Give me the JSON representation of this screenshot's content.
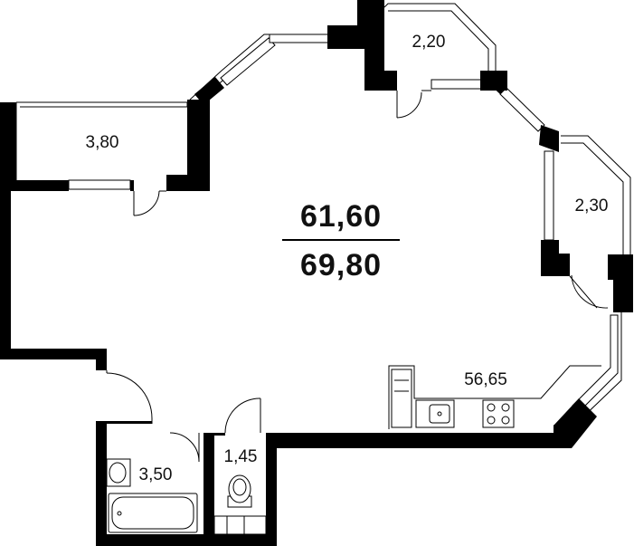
{
  "rooms": {
    "living": "56,65",
    "bathroom": "3,50",
    "toilet": "1,45",
    "balcony_left": "3,80",
    "balcony_top": "2,20",
    "balcony_right": "2,30"
  },
  "totals": {
    "living_area": "61,60",
    "total_area": "69,80"
  },
  "colors": {
    "wall": "#000000",
    "background": "#ffffff"
  }
}
